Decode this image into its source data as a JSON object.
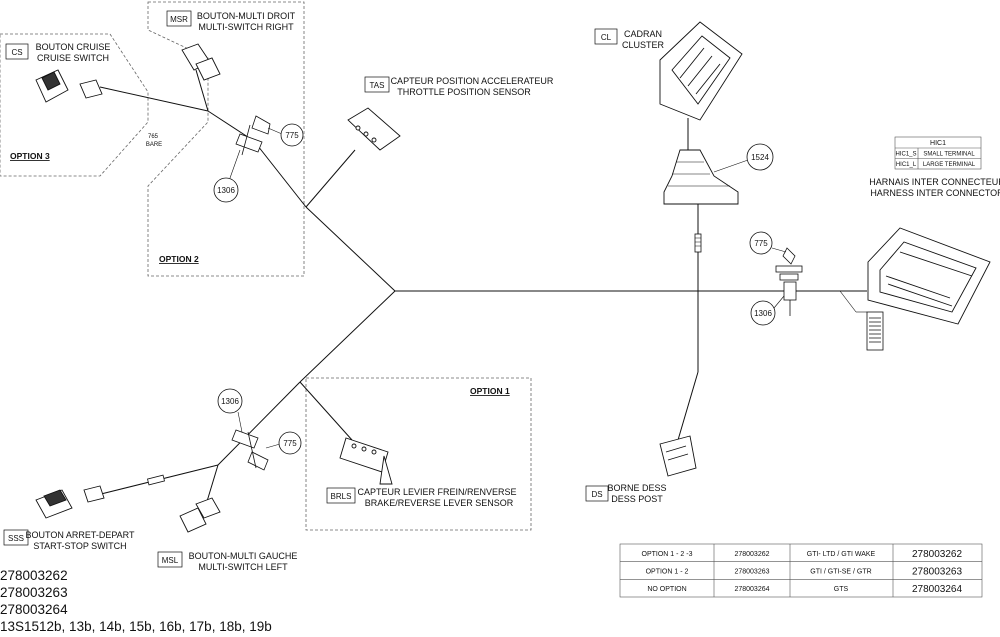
{
  "callouts": {
    "cs": "CS",
    "msr": "MSR",
    "tas": "TAS",
    "cl": "CL",
    "hic": "HIC1",
    "sss": "SSS",
    "msl": "MSL",
    "brls": "BRLS",
    "ds": "DS"
  },
  "labels": {
    "cs_fr": "BOUTON CRUISE",
    "cs_en": "CRUISE SWITCH",
    "msr_fr": "BOUTON-MULTI DROIT",
    "msr_en": "MULTI-SWITCH RIGHT",
    "tas_fr": "CAPTEUR POSITION ACCELERATEUR",
    "tas_en": "THROTTLE POSITION SENSOR",
    "cl_fr": "CADRAN",
    "cl_en": "CLUSTER",
    "hic_fr": "HARNAIS INTER CONNECTEUR",
    "hic_en": "HARNESS INTER CONNECTOR",
    "sss_fr": "BOUTON ARRET-DEPART",
    "sss_en": "START-STOP SWITCH",
    "msl_fr": "BOUTON-MULTI GAUCHE",
    "msl_en": "MULTI-SWITCH LEFT",
    "brls_fr": "CAPTEUR LEVIER FREIN/RENVERSE",
    "brls_en": "BRAKE/REVERSE LEVER SENSOR",
    "ds_fr": "BORNE DESS",
    "ds_en": "DESS POST",
    "bare_1": "765",
    "bare_2": "BARE"
  },
  "options": {
    "opt1": "OPTION 1",
    "opt2": "OPTION 2",
    "opt3": "OPTION 3"
  },
  "refs": {
    "r775": "775",
    "r1306": "1306",
    "r1524": "1524"
  },
  "hic_table": {
    "header": "HIC1",
    "rows": [
      {
        "code": "HIC1_S",
        "desc": "SMALL TERMINAL"
      },
      {
        "code": "HIC1_L",
        "desc": "LARGE TERMINAL"
      }
    ]
  },
  "option_table": [
    {
      "option": "OPTION 1 - 2 -3",
      "part": "278003262",
      "models": "GTI- LTD  /  GTI WAKE",
      "part2": "278003262"
    },
    {
      "option": "OPTION 1 - 2",
      "part": "278003263",
      "models": "GTI  /  GTI-SE  /  GTR",
      "part2": "278003263"
    },
    {
      "option": "NO  OPTION",
      "part": "278003264",
      "models": "GTS",
      "part2": "278003264"
    }
  ],
  "part_numbers": [
    "278003262",
    "278003263",
    "278003264",
    "13S1512b, 13b, 14b, 15b, 16b, 17b, 18b, 19b"
  ]
}
